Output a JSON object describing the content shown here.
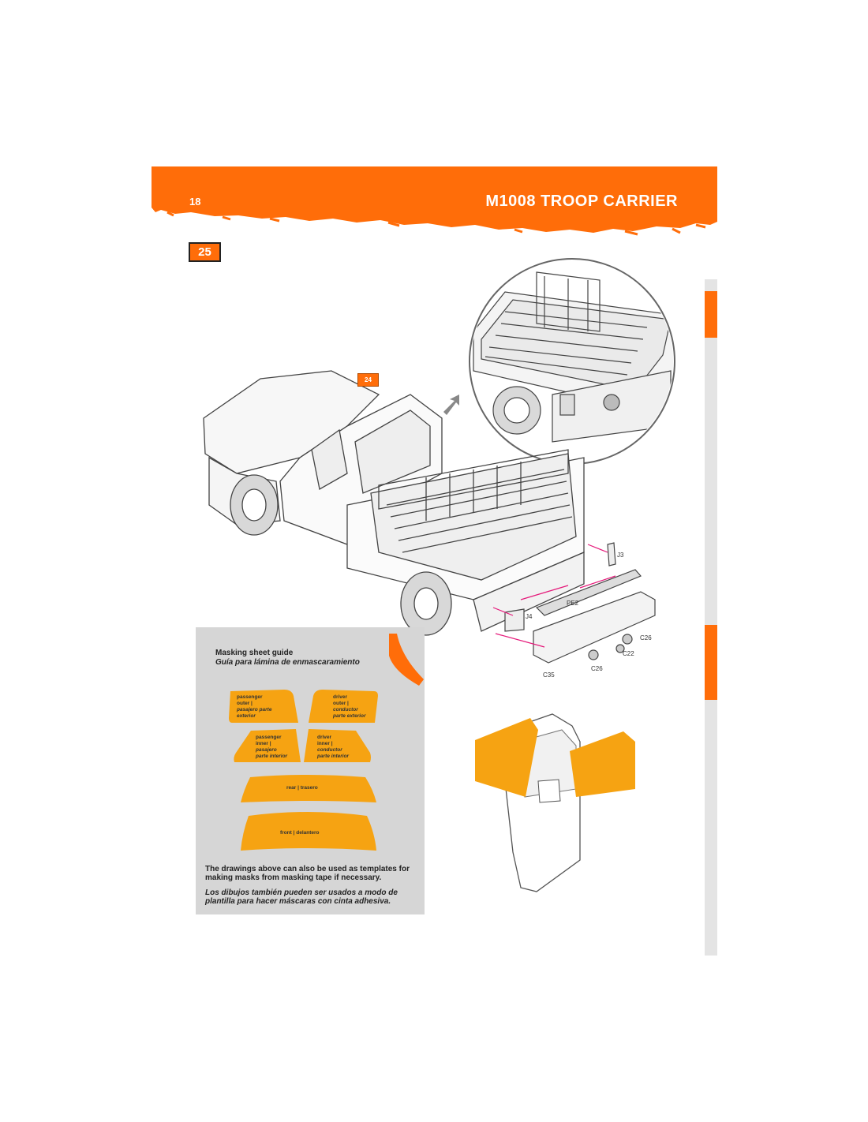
{
  "header": {
    "page_number": "18",
    "title": "M1008 TROOP CARRIER"
  },
  "step": {
    "number": "25",
    "reference_badge": "24"
  },
  "parts": {
    "j3": "J3",
    "pe2": "PE2",
    "j4": "J4",
    "c26_right": "C26",
    "c22": "C22",
    "c26_bottom": "C26",
    "c35": "C35"
  },
  "masking_guide": {
    "title": "Masking sheet guide",
    "subtitle": "Guía para lámina de enmascaramiento",
    "shapes": {
      "passenger_outer": {
        "en_1": "passenger",
        "en_2": "outer |",
        "es_1": "pasajero parte",
        "es_2": "exterior"
      },
      "driver_outer": {
        "en_1": "driver",
        "en_2": "outer |",
        "es_1": "conductor",
        "es_2": "parte exterior"
      },
      "passenger_inner": {
        "en_1": "passenger",
        "en_2": "inner |",
        "es_1": "pasajero",
        "es_2": "parte interior"
      },
      "driver_inner": {
        "en_1": "driver",
        "en_2": "inner |",
        "es_1": "conductor",
        "es_2": "parte interior"
      },
      "rear": "rear | trasero",
      "front": "front | delantero"
    },
    "note_en": "The drawings above can also be used as templates for making masks from masking tape if necessary.",
    "note_es": "Los dibujos también pueden ser usados a modo de plantilla para hacer máscaras con cinta adhesiva."
  },
  "colors": {
    "accent_orange": "#ff6d09",
    "mask_orange": "#f6a312",
    "panel_gray": "#d6d6d6",
    "arrow_magenta": "#e5197a"
  }
}
